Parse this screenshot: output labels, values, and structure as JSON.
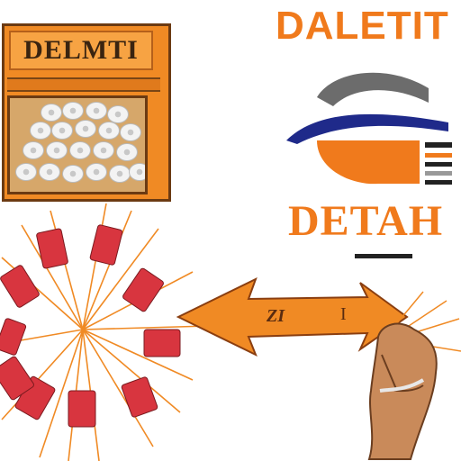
{
  "store": {
    "sign": "DELMTI"
  },
  "logo": {
    "top": "DALETIT",
    "middle": "DETAH"
  },
  "arrow": {
    "label": "ZI",
    "mark": "I"
  },
  "colors": {
    "orange": "#f07a1c",
    "dark": "#3a2410",
    "blue": "#2a55c6",
    "card_red": "#d8353f"
  }
}
